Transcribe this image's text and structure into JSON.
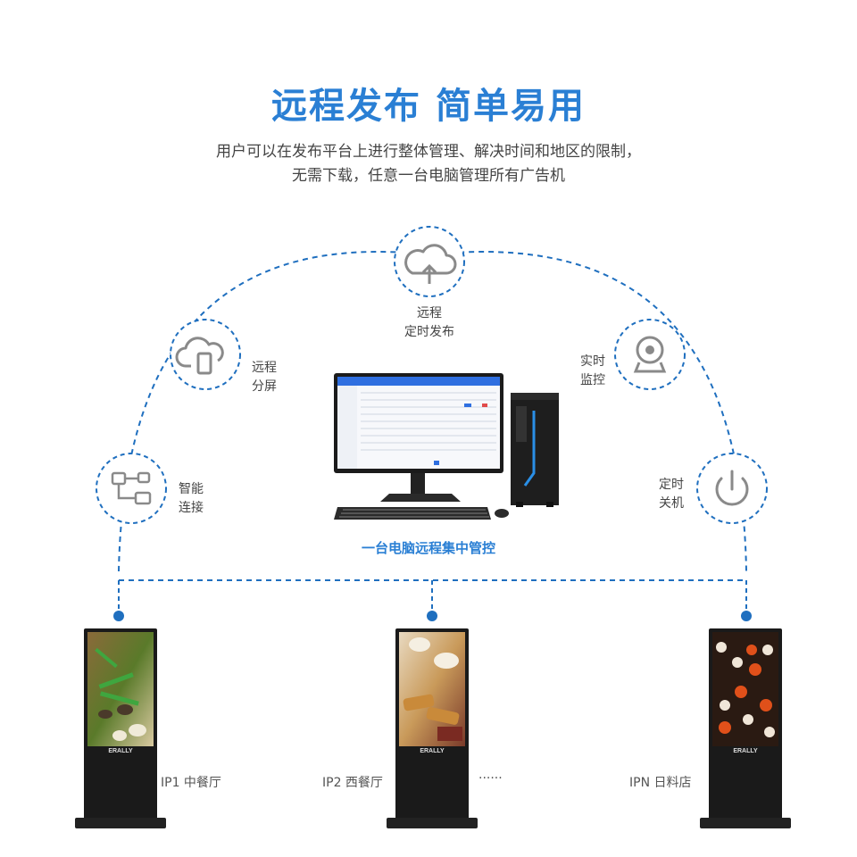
{
  "header": {
    "title": "远程发布  简单易用",
    "subtitle_line1": "用户可以在发布平台上进行整体管理、解决时间和地区的限制，",
    "subtitle_line2": "无需下载，任意一台电脑管理所有广告机"
  },
  "features": [
    {
      "icon": "cloud-upload-icon",
      "line1": "远程",
      "line2": "定时发布"
    },
    {
      "icon": "cloud-phone-icon",
      "line1": "远程",
      "line2": "分屏"
    },
    {
      "icon": "webcam-icon",
      "line1": "实时",
      "line2": "监控"
    },
    {
      "icon": "network-icon",
      "line1": "智能",
      "line2": "连接"
    },
    {
      "icon": "power-icon",
      "line1": "定时",
      "line2": "关机"
    }
  ],
  "center": {
    "caption": "一台电脑远程集中管控"
  },
  "kiosks": [
    {
      "label": "IP1 中餐厅",
      "brand": "ERALLY"
    },
    {
      "label": "IP2 西餐厅",
      "brand": "ERALLY"
    },
    {
      "label": "IPN  日料店",
      "brand": "ERALLY"
    }
  ],
  "ellipsis": "······",
  "colors": {
    "accent": "#2a7fd4",
    "dash": "#1f6fbf",
    "icon": "#8a8a8a"
  }
}
